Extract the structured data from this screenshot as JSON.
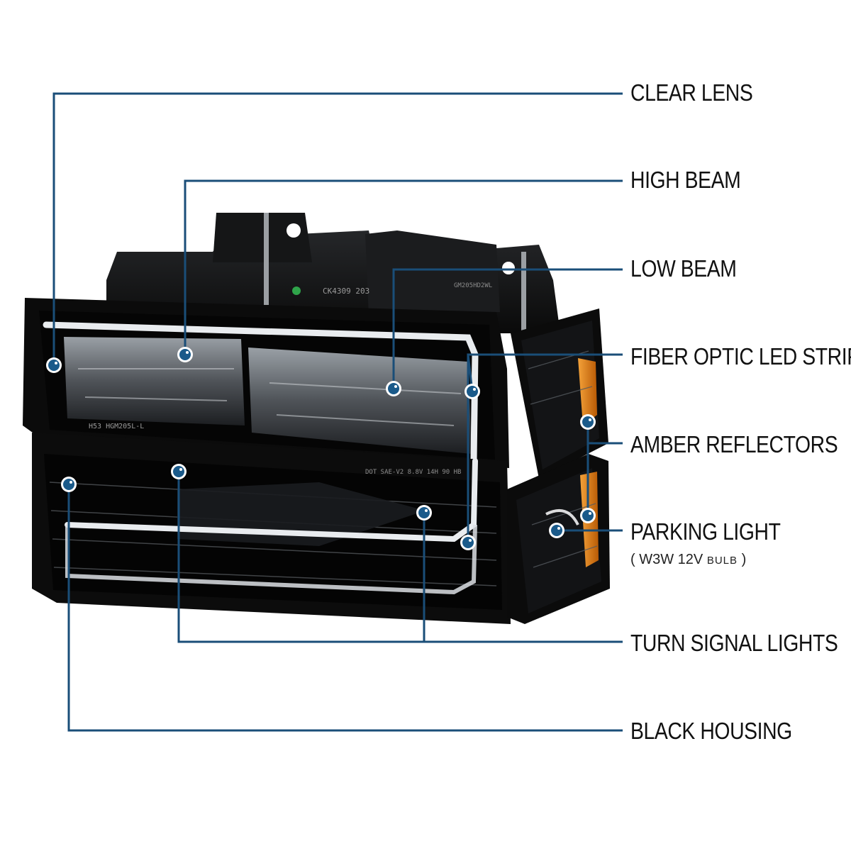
{
  "colors": {
    "leader": "#1a4e78",
    "dot": "#1a5a8a",
    "housing": "#0c0c0c",
    "lens_chrome": "#6f7377",
    "led_strip": "#e9ecef",
    "amber": "#e07a10"
  },
  "callouts": [
    {
      "id": "clear-lens",
      "label": "CLEAR LENS"
    },
    {
      "id": "high-beam",
      "label": "HIGH BEAM"
    },
    {
      "id": "low-beam",
      "label": "LOW BEAM"
    },
    {
      "id": "fiber-optic-led-strips",
      "label": "FIBER OPTIC LED STRIPS"
    },
    {
      "id": "amber-reflectors",
      "label": "AMBER REFLECTORS"
    },
    {
      "id": "parking-light",
      "label": "PARKING LIGHT"
    },
    {
      "id": "turn-signal-lights",
      "label": "TURN SIGNAL LIGHTS"
    },
    {
      "id": "black-housing",
      "label": "BLACK HOUSING"
    }
  ],
  "parking_bulb": {
    "open": "(",
    "spec": "W3W 12V",
    "unit": "BULB",
    "close": ")"
  },
  "stamps": {
    "top_code": "CK4309 203",
    "side_code": "GM205HD2WL",
    "lens_code": "H53 HGM205L-L",
    "lower_code": "DOT SAE-V2 8.8V 14H 90 HB"
  }
}
